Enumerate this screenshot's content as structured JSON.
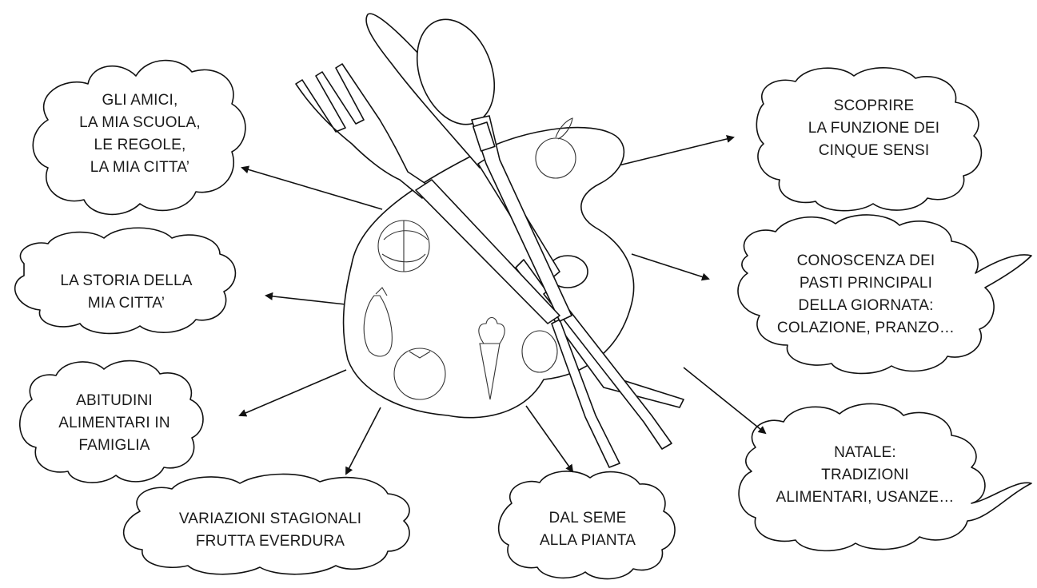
{
  "diagram": {
    "clouds": [
      {
        "id": "friends",
        "lines": [
          "GLI AMICI,",
          "LA MIA SCUOLA,",
          "LE REGOLE,",
          "LA MIA CITTA’"
        ]
      },
      {
        "id": "history",
        "lines": [
          "LA STORIA DELLA",
          "MIA CITTA’"
        ]
      },
      {
        "id": "habits",
        "lines": [
          "ABITUDINI",
          "ALIMENTARI IN",
          "FAMIGLIA"
        ]
      },
      {
        "id": "seasons",
        "lines": [
          "VARIAZIONI STAGIONALI",
          "FRUTTA EVERDURA"
        ]
      },
      {
        "id": "seed",
        "lines": [
          "DAL SEME",
          "ALLA PIANTA"
        ]
      },
      {
        "id": "christmas",
        "lines": [
          "NATALE:",
          "TRADIZIONI",
          "ALIMENTARI, USANZE…"
        ]
      },
      {
        "id": "meals",
        "lines": [
          "CONOSCENZA DEI",
          "PASTI PRINCIPALI",
          "DELLA GIORNATA:",
          "COLAZIONE, PRANZO…"
        ]
      },
      {
        "id": "senses",
        "lines": [
          "SCOPRIRE",
          "LA FUNZIONE DEI",
          "CINQUE SENSI"
        ]
      }
    ]
  }
}
